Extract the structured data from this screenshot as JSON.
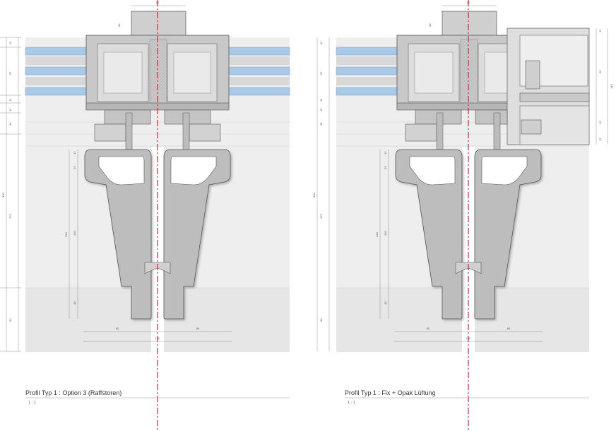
{
  "colors": {
    "background": "#ffffff",
    "panel": "#eeeeee",
    "profile": "#bdbdbd",
    "profile_stroke": "#555555",
    "glass": "#a9c9e8",
    "axis": "#d8262f"
  },
  "panels": [
    {
      "title": "Profil Typ 1 : Option 3 (Raffstoren)",
      "scale": "1 : 1",
      "dims": {
        "top_width": "62",
        "left": [
          "12",
          "67",
          "11",
          "15",
          "30",
          "300",
          "175",
          "60"
        ],
        "inner": [
          "12",
          "25",
          "210",
          "130",
          "40"
        ],
        "top_small": "30",
        "bottom_left": "80",
        "bottom_right": "80",
        "bottom_total": "160"
      }
    },
    {
      "title": "Profil Typ 1 : Fix + Opak Lüftung",
      "scale": "1 : 1",
      "dims": {
        "top_width": "62",
        "left": [
          "12",
          "67",
          "11",
          "15",
          "30",
          "300",
          "175",
          "60"
        ],
        "inner": [
          "12",
          "25",
          "210",
          "130",
          "40"
        ],
        "top_small": "30",
        "bottom_left": "80",
        "bottom_right": "80",
        "bottom_total": "160",
        "right": [
          "12",
          "56",
          "140",
          "20",
          "12"
        ]
      }
    }
  ]
}
